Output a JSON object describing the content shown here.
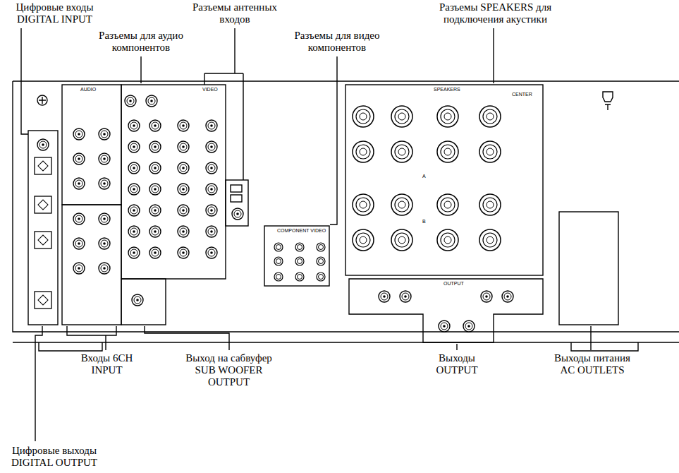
{
  "diagram": {
    "labels": [
      "Цифровые входы DIGITAL INPUT",
      "Разъемы антенных входов",
      "Разъемы SPEAKERS для подключения акустики",
      "Разъемы для аудио компонентов",
      "Разъемы для видео компонентов",
      "Входы 6CH INPUT",
      "Выход на сабвуфер SUB WOOFER OUTPUT",
      "Выходы OUTPUT",
      "Выходы питания AC OUTLETS",
      "Цифровые выходы DIGITAL OUTPUT",
      "AUDIO",
      "VIDEO",
      "COMPONENT VIDEO",
      "SPEAKERS",
      "CENTER",
      "A",
      "B",
      "OUTPUT"
    ]
  }
}
